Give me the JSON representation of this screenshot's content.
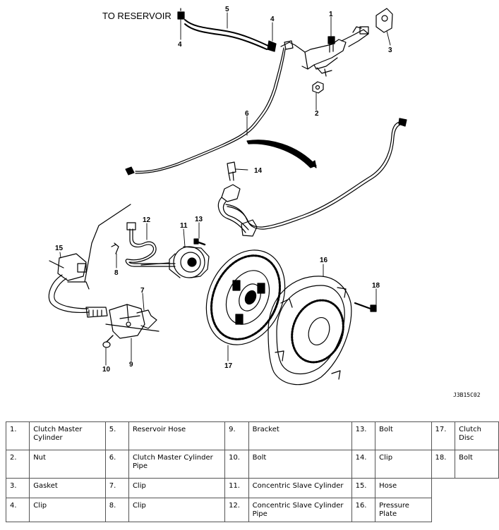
{
  "diagram": {
    "reservoir_caption": "TO RESERVOIR",
    "figure_code": "J3B15C02",
    "labels": [
      "1",
      "2",
      "3",
      "4",
      "4",
      "5",
      "6",
      "7",
      "8",
      "9",
      "10",
      "11",
      "12",
      "13",
      "14",
      "15",
      "16",
      "17",
      "18"
    ]
  },
  "legend": {
    "rows": [
      [
        {
          "num": "1.",
          "name": "Clutch Master Cylinder"
        },
        {
          "num": "5.",
          "name": "Reservoir Hose"
        },
        {
          "num": "9.",
          "name": "Bracket"
        },
        {
          "num": "13.",
          "name": "Bolt"
        },
        {
          "num": "17.",
          "name": "Clutch Disc"
        }
      ],
      [
        {
          "num": "2.",
          "name": "Nut"
        },
        {
          "num": "6.",
          "name": "Clutch Master Cylinder Pipe"
        },
        {
          "num": "10.",
          "name": "Bolt"
        },
        {
          "num": "14.",
          "name": "Clip"
        },
        {
          "num": "18.",
          "name": "Bolt"
        }
      ],
      [
        {
          "num": "3.",
          "name": "Gasket"
        },
        {
          "num": "7.",
          "name": "Clip"
        },
        {
          "num": "11.",
          "name": "Concentric Slave Cylinder"
        },
        {
          "num": "15.",
          "name": "Hose"
        }
      ],
      [
        {
          "num": "4.",
          "name": "Clip"
        },
        {
          "num": "8.",
          "name": "Clip"
        },
        {
          "num": "12.",
          "name": "Concentric Slave Cylinder Pipe"
        },
        {
          "num": "16.",
          "name": "Pressure Plate"
        }
      ]
    ]
  }
}
